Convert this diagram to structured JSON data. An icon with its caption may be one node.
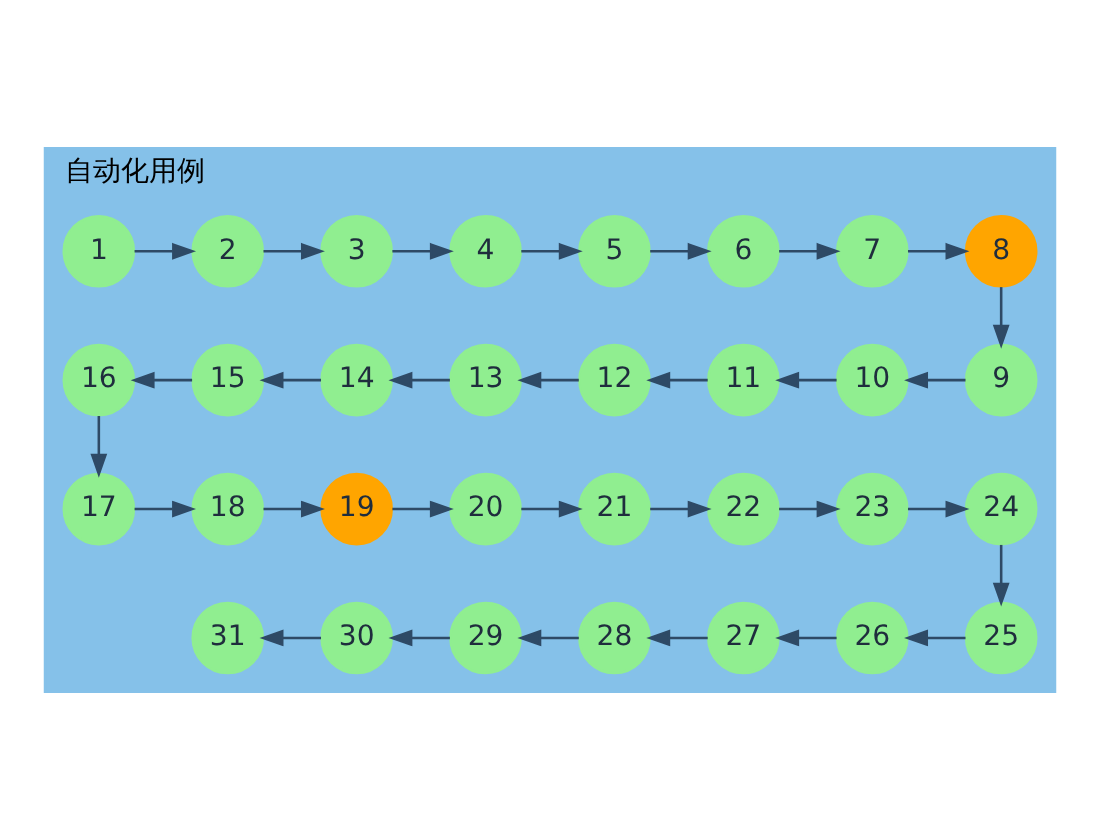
{
  "diagram": {
    "nodes": [
      {
        "text": [
          "自动化用例"
        ]
      },
      {
        "text": [
          "1"
        ],
        "in": 0
      },
      {
        "text": [
          "2"
        ],
        "in": 0
      },
      {
        "text": [
          "3"
        ],
        "in": 0
      },
      {
        "text": [
          "4"
        ],
        "in": 0
      },
      {
        "text": [
          "5"
        ],
        "in": 0
      },
      {
        "text": [
          "6"
        ],
        "in": 0
      },
      {
        "text": [
          "7"
        ],
        "in": 0
      },
      {
        "text": [
          "8"
        ],
        "in": 0
      },
      {
        "text": [
          "9"
        ],
        "in": 0
      },
      {
        "text": [
          "10"
        ],
        "in": 0
      },
      {
        "text": [
          "11"
        ],
        "in": 0
      },
      {
        "text": [
          "12"
        ],
        "in": 0
      },
      {
        "text": [
          "13"
        ],
        "in": 0
      },
      {
        "text": [
          "14"
        ],
        "in": 0
      },
      {
        "text": [
          "15"
        ],
        "in": 0
      },
      {
        "text": [
          "16"
        ],
        "in": 0
      },
      {
        "text": [
          "17"
        ],
        "in": 0
      },
      {
        "text": [
          "18"
        ],
        "in": 0
      },
      {
        "text": [
          "19"
        ],
        "in": 0
      },
      {
        "text": [
          "20"
        ],
        "in": 0
      },
      {
        "text": [
          "21"
        ],
        "in": 0
      },
      {
        "text": [
          "22"
        ],
        "in": 0
      },
      {
        "text": [
          "23"
        ],
        "in": 0
      },
      {
        "text": [
          "24"
        ],
        "in": 0
      },
      {
        "text": [
          "25"
        ],
        "in": 0
      },
      {
        "text": [
          "26"
        ],
        "in": 0
      },
      {
        "text": [
          "27"
        ],
        "in": 0
      },
      {
        "text": [
          "28"
        ],
        "in": 0
      },
      {
        "text": [
          "29"
        ],
        "in": 0
      },
      {
        "text": [
          "30"
        ],
        "in": 0
      },
      {
        "text": [
          "31"
        ],
        "in": 0
      }
    ],
    "edges": [
      {
        "from": 1,
        "to": 2,
        "arrow": "to"
      },
      {
        "from": 2,
        "to": 3,
        "arrow": "to"
      },
      {
        "from": 3,
        "to": 4,
        "arrow": "to"
      },
      {
        "from": 4,
        "to": 5,
        "arrow": "to"
      },
      {
        "from": 5,
        "to": 6,
        "arrow": "to"
      },
      {
        "from": 6,
        "to": 7,
        "arrow": "to"
      },
      {
        "from": 7,
        "to": 8,
        "arrow": "to"
      },
      {
        "from": 8,
        "to": 9,
        "arrow": "to"
      },
      {
        "from": 9,
        "to": 10,
        "arrow": "to"
      },
      {
        "from": 10,
        "to": 11,
        "arrow": "to"
      },
      {
        "from": 11,
        "to": 12,
        "arrow": "to"
      },
      {
        "from": 12,
        "to": 13,
        "arrow": "to"
      },
      {
        "from": 13,
        "to": 14,
        "arrow": "to"
      },
      {
        "from": 14,
        "to": 15,
        "arrow": "to"
      },
      {
        "from": 15,
        "to": 16,
        "arrow": "to"
      },
      {
        "from": 16,
        "to": 17,
        "arrow": "to"
      },
      {
        "from": 17,
        "to": 18,
        "arrow": "to"
      },
      {
        "from": 18,
        "to": 19,
        "arrow": "to"
      },
      {
        "from": 19,
        "to": 20,
        "arrow": "to"
      },
      {
        "from": 20,
        "to": 21,
        "arrow": "to"
      },
      {
        "from": 21,
        "to": 22,
        "arrow": "to"
      },
      {
        "from": 22,
        "to": 23,
        "arrow": "to"
      },
      {
        "from": 23,
        "to": 24,
        "arrow": "to"
      },
      {
        "from": 24,
        "to": 25,
        "arrow": "to"
      },
      {
        "from": 25,
        "to": 26,
        "arrow": "to"
      },
      {
        "from": 26,
        "to": 27,
        "arrow": "to"
      },
      {
        "from": 27,
        "to": 28,
        "arrow": "to"
      },
      {
        "from": 28,
        "to": 29,
        "arrow": "to"
      },
      {
        "from": 29,
        "to": 30,
        "arrow": "to"
      },
      {
        "from": 30,
        "to": 31,
        "arrow": "to"
      }
    ]
  }
}
